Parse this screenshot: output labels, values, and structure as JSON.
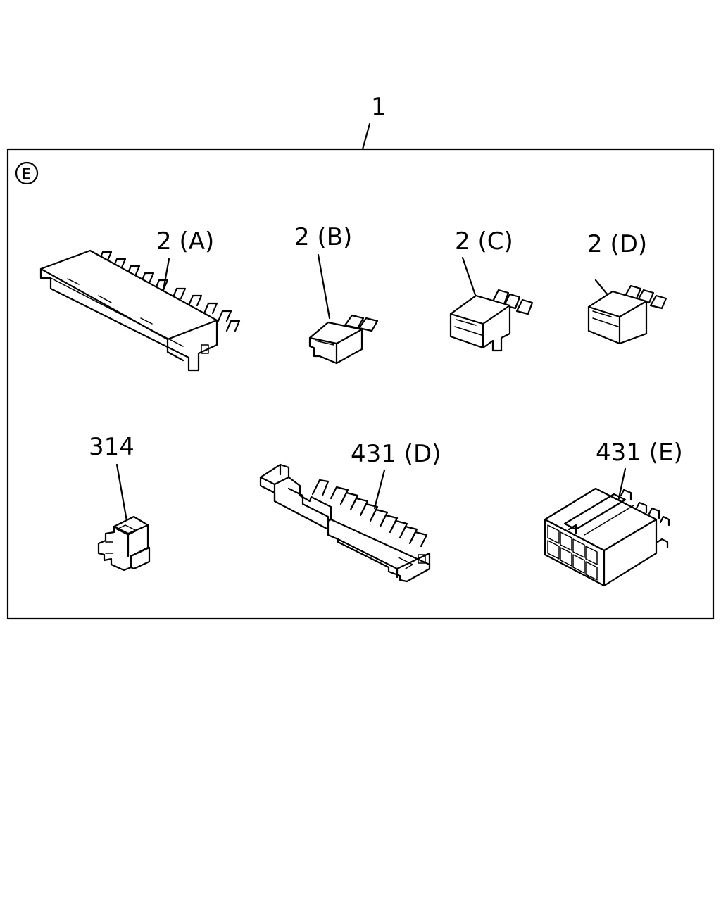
{
  "diagram": {
    "assembly_label": "1",
    "view_marker": "E",
    "parts": [
      {
        "id": "2a",
        "label": "2 (A)"
      },
      {
        "id": "2b",
        "label": "2 (B)"
      },
      {
        "id": "2c",
        "label": "2 (C)"
      },
      {
        "id": "2d",
        "label": "2 (D)"
      },
      {
        "id": "314",
        "label": "314"
      },
      {
        "id": "431d",
        "label": "431 (D)"
      },
      {
        "id": "431e",
        "label": "431 (E)"
      }
    ]
  }
}
